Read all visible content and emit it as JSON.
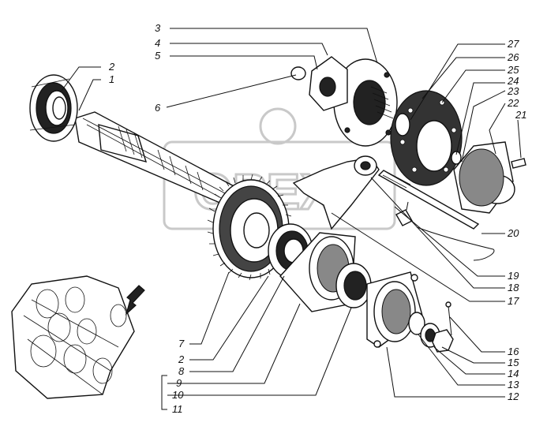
{
  "labels": {
    "l1": "1",
    "l2a": "2",
    "l2b": "2",
    "l3": "3",
    "l4": "4",
    "l5": "5",
    "l6": "6",
    "l7": "7",
    "l8": "8",
    "l9": "9",
    "l10": "10",
    "l11": "11",
    "l12": "12",
    "l13": "13",
    "l14": "14",
    "l15": "15",
    "l16": "16",
    "l17": "17",
    "l18": "18",
    "l19": "19",
    "l20": "20",
    "l21": "21",
    "l22": "22",
    "l23": "23",
    "l24": "24",
    "l25": "25",
    "l26": "26",
    "l27": "27"
  },
  "watermark": "ОРЕХ",
  "colors": {
    "line": "#111111",
    "watermark": "#c9c9c9",
    "background": "#ffffff"
  }
}
